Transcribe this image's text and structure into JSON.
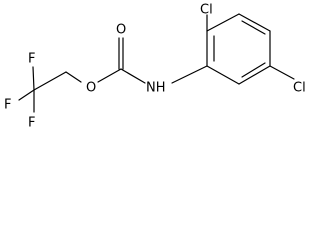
{
  "molecule": {
    "labels": {
      "chlorine_top": "Cl",
      "chlorine_right": "Cl",
      "carbonyl_oxygen": "O",
      "ether_oxygen": "O",
      "amine": "NH",
      "fluorine_top": "F",
      "fluorine_left": "F",
      "fluorine_bottom": "F"
    }
  }
}
